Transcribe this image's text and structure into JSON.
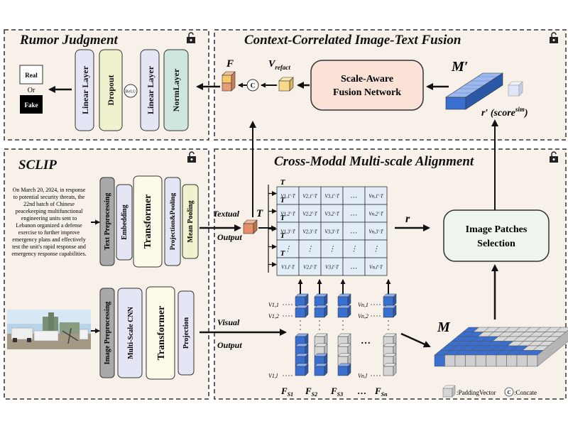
{
  "panels": {
    "rumor": {
      "title": "Rumor Judgment"
    },
    "fusion": {
      "title": "Context-Correlated Image-Text Fusion"
    },
    "sclip": {
      "title": "SCLIP"
    },
    "alignment": {
      "title": "Cross-Modal Multi-scale Alignment"
    }
  },
  "rumor_judgment": {
    "real_label": "Real",
    "or_label": "Or",
    "fake_label": "Fake",
    "linear_layer_1": "Linear Layer",
    "dropout": "Dropout",
    "relu": "ReLU",
    "linear_layer_2": "Linear Layer",
    "norm_layer": "NormLayer"
  },
  "fusion": {
    "F_label": "F",
    "concat_symbol": "C",
    "v_refact_main": "V",
    "v_refact_sub": "refact",
    "network_line1": "Scale-Aware",
    "network_line2": "Fusion Network",
    "M_prime": "M′",
    "r_prime_label": "r′ (score",
    "r_prime_sup": "sim",
    "r_prime_close": ")"
  },
  "sclip": {
    "news_text": [
      "On March 20, 2024, in response",
      "to potential security threats, the",
      "22nd batch of Chinese",
      "peacekeeping multifunctional",
      "engineering units sent to",
      "Lebanon organized a defense",
      "exercise to further improve",
      "emergency plans and effectively",
      "test the unit's rapid response and",
      "emergency response capabilities."
    ],
    "text_blocks": [
      "Text Preprocessing",
      "Embedding",
      "Transformer",
      "Projection&Pooling",
      "Mean Pooling"
    ],
    "image_blocks": [
      "Image Preprocessing",
      "Multi-Scale CNN",
      "Transformer",
      "Projection"
    ],
    "textual_output_1": "Textual",
    "textual_output_2": "Output",
    "visual_output_1": "Visual",
    "visual_output_2": "Output",
    "T_label": "T"
  },
  "alignment": {
    "row_T_labels": [
      "T",
      "T",
      "T",
      "T",
      "T"
    ],
    "grid": [
      [
        "V1,1′·T",
        "V2,1′·T",
        "V3,1′·T",
        "…",
        "Vn,1′·T"
      ],
      [
        "V1,2′·T",
        "V2,2′·T",
        "V3,2′·T",
        "…",
        "Vn,2′·T"
      ],
      [
        "V1,3′·T",
        "V2,3′·T",
        "V3,3′·T",
        "…",
        "Vn,3′·T"
      ],
      [
        "⋮",
        "⋮",
        "⋮",
        "⋮",
        "⋮"
      ],
      [
        "V1,l′·T",
        "V2,l′·T",
        "V3,l′·T",
        "…",
        "Vn,l′·T"
      ]
    ],
    "r_label": "r",
    "selection_line1": "Image Patches",
    "selection_line2": "Selection",
    "M_label": "M",
    "v_labels_left": [
      "V1,1",
      "V1,2",
      "V1,l"
    ],
    "v_labels_right": [
      "Vn,1",
      "Vn,2",
      "Vn,l"
    ],
    "fs_labels": [
      "F",
      "F",
      "F",
      "…",
      "F"
    ],
    "fs_subs": [
      "S1",
      "S2",
      "S3",
      "",
      "Sn"
    ],
    "legend_padding": ":PaddingVector",
    "legend_concat": ":Concate",
    "legend_c": "C"
  },
  "colors": {
    "blue": "#3a6fd0",
    "blue_light": "#8fb0ee",
    "gray_cube": "#d5d5d5",
    "panel_bg": "#f7f1ea",
    "grid_fill": "#e3edf8",
    "salmon": "#fbe2d6",
    "dark_gray": "#8c8c8c"
  }
}
